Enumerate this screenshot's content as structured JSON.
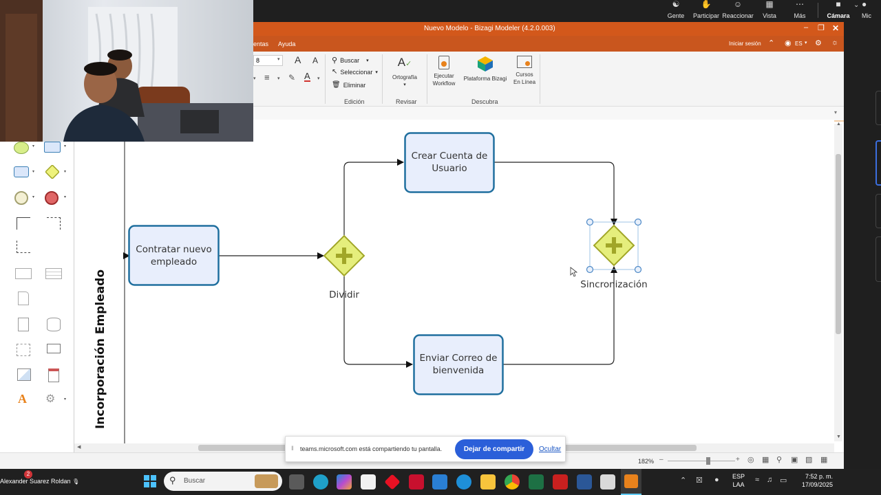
{
  "teams": {
    "buttons": [
      {
        "label": "Gente",
        "icon": "people-icon"
      },
      {
        "label": "Participar",
        "icon": "raise-hand-icon"
      },
      {
        "label": "Reaccionar",
        "icon": "smiley-icon"
      },
      {
        "label": "Vista",
        "icon": "grid-icon"
      },
      {
        "label": "Más",
        "icon": "more-icon"
      },
      {
        "label": "Cámara",
        "icon": "camera-icon"
      },
      {
        "label": "Mic",
        "icon": "mic-icon"
      }
    ],
    "participant_name": "Alexander Suarez Roldan",
    "notification_count": "2"
  },
  "window": {
    "title": "Nuevo Modelo - Bizagi Modeler (4.2.0.003)",
    "menu": [
      "entas",
      "Ayuda"
    ],
    "signin": "Iniciar sesión",
    "language": "ES"
  },
  "ribbon": {
    "font_size_value": "8",
    "edit_group": {
      "label": "Edición",
      "items": [
        "Buscar",
        "Seleccionar",
        "Eliminar"
      ]
    },
    "review_group": {
      "label": "Revisar",
      "items": [
        "Ortografía"
      ]
    },
    "discover_group": {
      "label": "Descubra",
      "items": [
        {
          "line1": "Ejecutar",
          "line2": "Workflow"
        },
        {
          "line1": "Plataforma Bizagi",
          "line2": ""
        },
        {
          "line1": "Cursos",
          "line2": "En Línea"
        }
      ]
    }
  },
  "diagram": {
    "lane_label": "Incorporación Empleado",
    "tasks": [
      {
        "label_lines": [
          "Contratar nuevo",
          "empleado"
        ]
      },
      {
        "label_lines": [
          "Crear Cuenta de",
          "Usuario"
        ]
      },
      {
        "label_lines": [
          "Enviar Correo de",
          "bienvenida"
        ]
      }
    ],
    "gateways": [
      {
        "label": "Dividir",
        "type": "parallel"
      },
      {
        "label": "Sincronización",
        "type": "parallel"
      }
    ]
  },
  "status": {
    "zoom": "182%"
  },
  "share_banner": {
    "message": "teams.microsoft.com está compartiendo tu pantalla.",
    "stop_button": "Dejar de compartir",
    "hide_link": "Ocultar"
  },
  "taskbar": {
    "search_placeholder": "Buscar",
    "language_line1": "ESP",
    "language_line2": "LAA",
    "time": "7:52 p. m.",
    "date": "17/09/2025"
  },
  "colors": {
    "bizagi_orange": "#d3581b",
    "task_fill": "#e8eefc",
    "task_border": "#1f6f9e",
    "gateway_fill": "#e5ee7c",
    "gateway_border": "#a1a628",
    "teams_blue": "#2b5fd9"
  }
}
